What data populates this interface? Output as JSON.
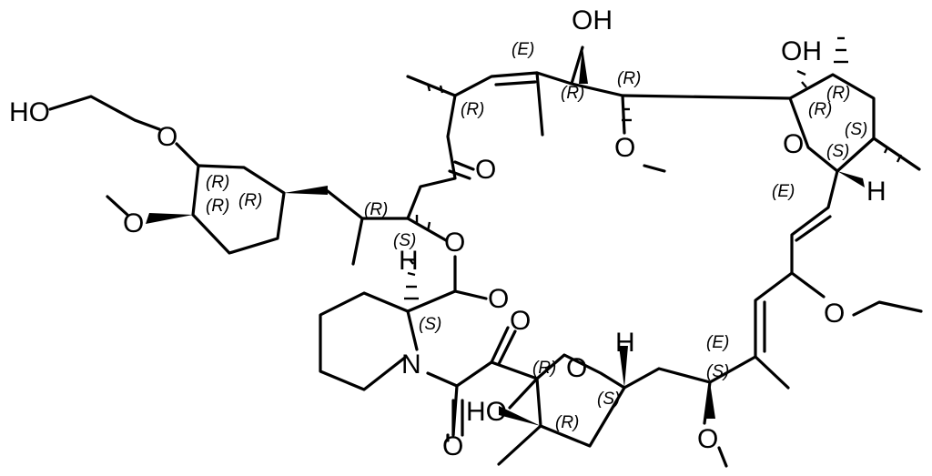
{
  "molecule": {
    "atom_labels": {
      "ho_top": "OH",
      "oh_hemiketal": "OH",
      "ho_side": "HO",
      "o_ether_side": "O",
      "o_methoxy_ring": "O",
      "o_ketone": "O",
      "o_methoxy_mid": "O",
      "o_pyran": "O",
      "h_pyran": "H",
      "o_ester_link": "O",
      "h_pipecolate": "H",
      "o_ester_carbonyl": "O",
      "o_ketoamide_1": "O",
      "n_piperidine": "N",
      "o_ethoxy": "O",
      "o_ring2": "O",
      "h_ring2": "H",
      "ho_ring2": "HO",
      "o_amide": "O",
      "o_methoxy_bottom": "O"
    },
    "stereo_labels": {
      "e_top": "(E)",
      "r_a": "(R)",
      "r_b": "(R)",
      "r_c": "(R)",
      "r_d": "(R)",
      "r_e": "(R)",
      "s_a": "(S)",
      "s_b": "(S)",
      "e_mid": "(E)",
      "r_cy1": "(R)",
      "r_cy2": "(R)",
      "r_cy3": "(R)",
      "r_f": "(R)",
      "s_c": "(S)",
      "s_d": "(S)",
      "e_bot": "(E)",
      "r_g": "(R)",
      "s_e": "(S)",
      "r_h": "(R)",
      "s_f": "(S)"
    }
  }
}
